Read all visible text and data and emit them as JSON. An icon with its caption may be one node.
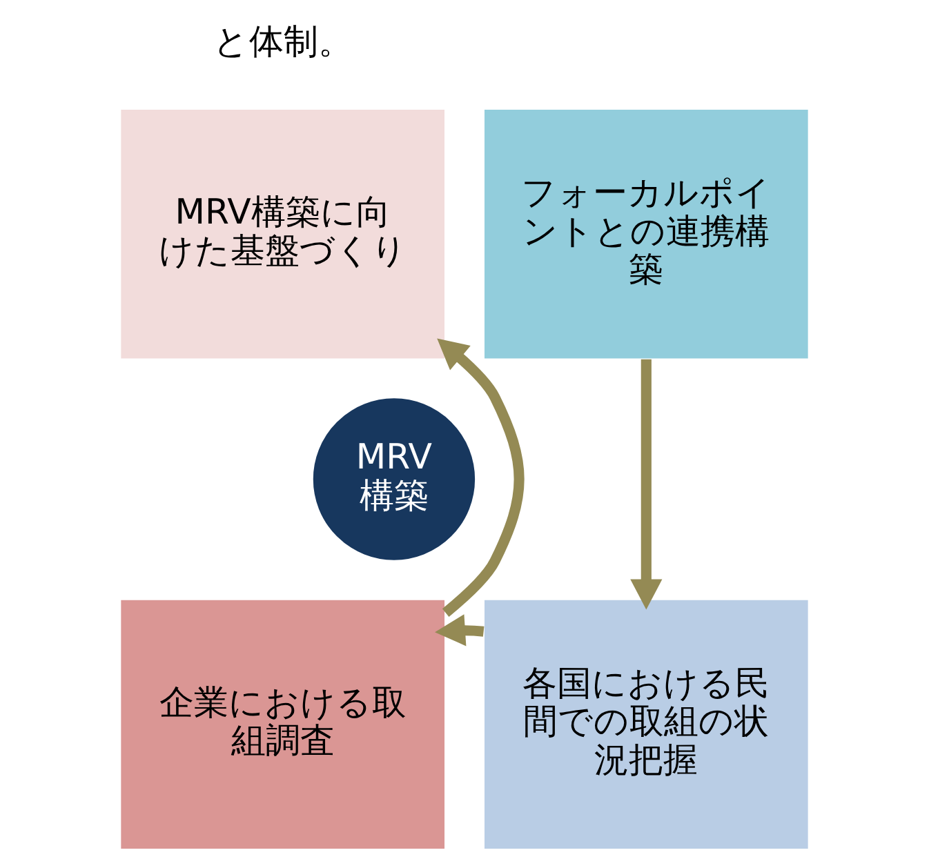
{
  "diagram": {
    "nodes": [
      {
        "text": [
          "MRV構築に向けた基盤づくり"
        ]
      },
      {
        "text": [
          "フォーカルポイントとの連携構築"
        ]
      },
      {
        "text": [
          "MRV構築"
        ]
      },
      {
        "text": [
          "企業における取組調査"
        ]
      },
      {
        "text": [
          "各国における民間での取組の状況把握"
        ]
      }
    ],
    "edges": [
      {
        "from": 1,
        "to": 4,
        "arrow": "to"
      },
      {
        "from": 4,
        "to": 3,
        "arrow": "to"
      },
      {
        "from": 3,
        "to": 0,
        "arrow": "to"
      }
    ],
    "labels": [
      "と体制。"
    ]
  }
}
